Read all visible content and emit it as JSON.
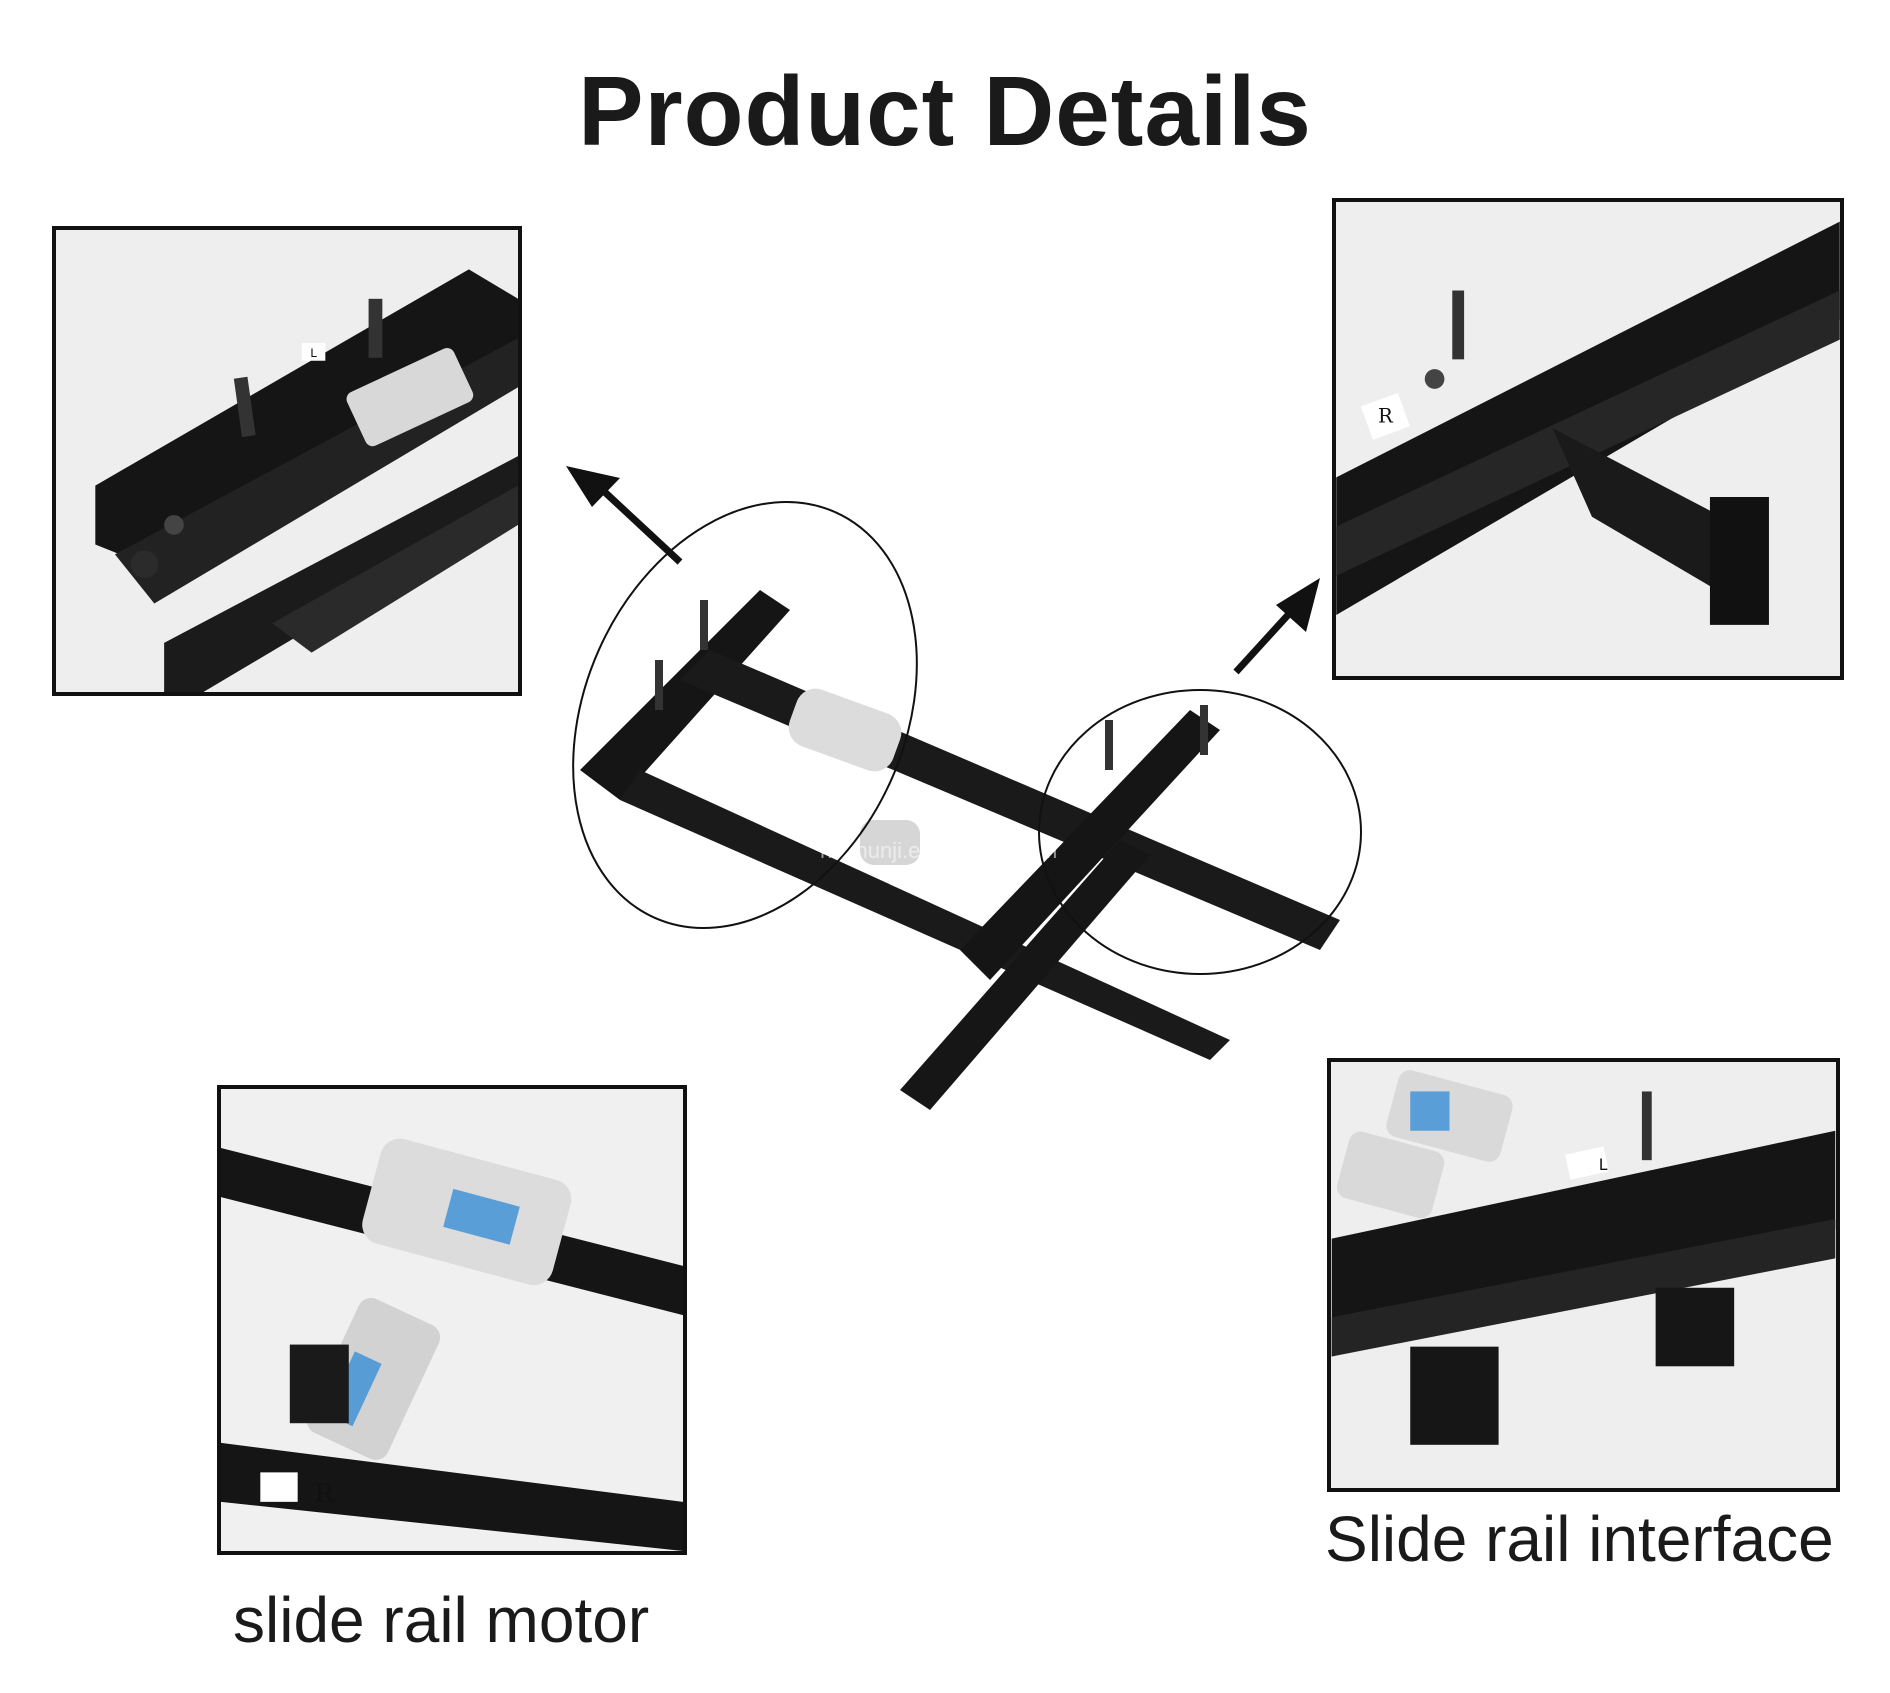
{
  "title": "Product Details",
  "captions": {
    "bottom_left": "slide rail motor",
    "bottom_right": "Slide rail interface"
  },
  "watermark": "nbchunji.en.alibaba.com",
  "labels": {
    "left": "L",
    "right": "R"
  },
  "colors": {
    "frame_border": "#111111",
    "rail": "#151515",
    "motor": "#dcdcdc",
    "motor_label": "#3a8fd6"
  }
}
